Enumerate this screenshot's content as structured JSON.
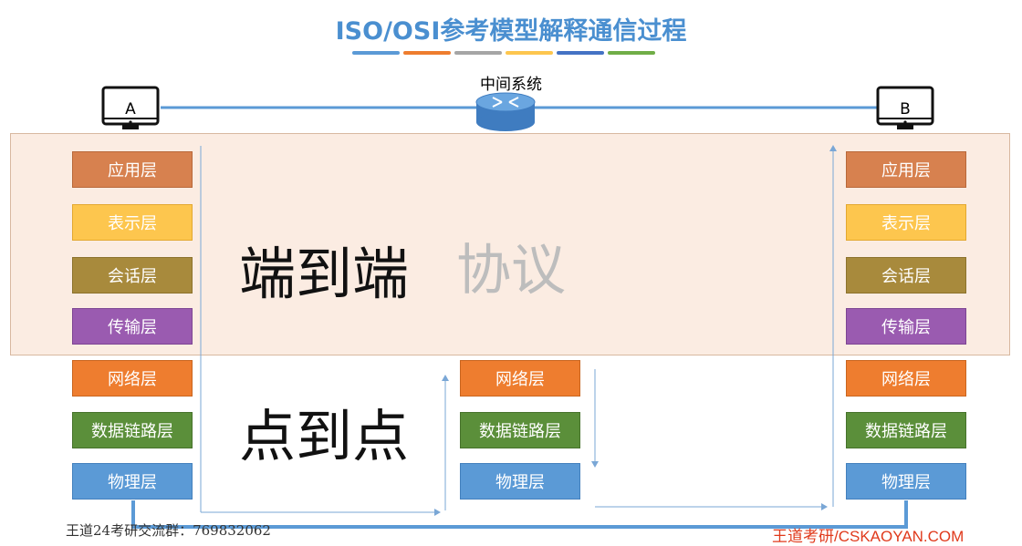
{
  "title": "ISO/OSI参考模型解释通信过程",
  "title_bar_colors": [
    "#5b9ad6",
    "#ee7d2f",
    "#a5a5a5",
    "#fdc64e",
    "#4472c4",
    "#70ad47"
  ],
  "hosts": {
    "a_label": "A",
    "b_label": "B",
    "middle_label": "中间系统"
  },
  "layers": {
    "application": "应用层",
    "presentation": "表示层",
    "session": "会话层",
    "transport": "传输层",
    "network": "网络层",
    "datalink": "数据链路层",
    "physical": "物理层"
  },
  "labels": {
    "end_to_end": "端到端",
    "protocol": "协议",
    "point_to_point": "点到点"
  },
  "footer": {
    "left": "王道24考研交流群：769832062",
    "right": "王道考研/CSKAOYAN.COM"
  },
  "colors": {
    "accent": "#4a8fd0",
    "link_line": "#5b9ad6",
    "footer_right": "#e03a1c"
  }
}
